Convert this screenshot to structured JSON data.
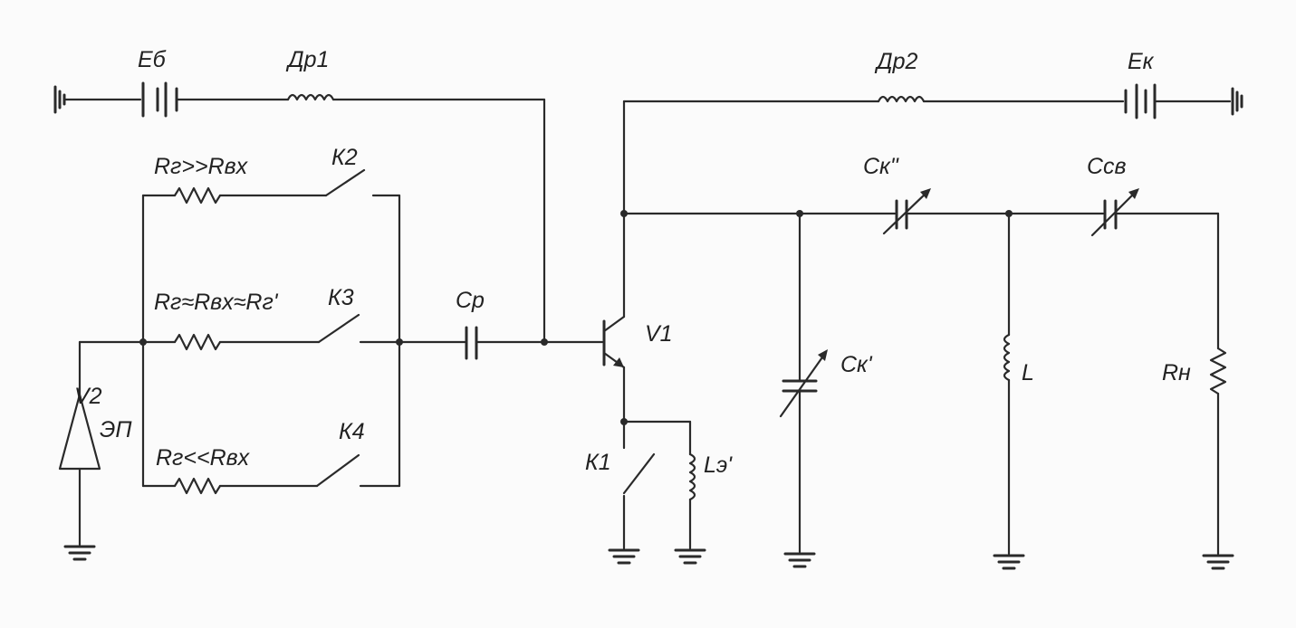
{
  "diagram": {
    "labels": {
      "eb": "Еб",
      "dr1": "Др1",
      "dr2": "Др2",
      "ek": "Ек",
      "rg_gg": "Rг>>Rвх",
      "k2": "К2",
      "ck2": "Ск\"",
      "csv": "Ссв",
      "rg_eq": "Rг≈Rвх≈Rг'",
      "k3": "К3",
      "cp": "Ср",
      "v1": "V1",
      "ck1": "Ск'",
      "l": "L",
      "rn": "Rн",
      "v2": "V2",
      "ep": "ЭП",
      "k4": "К4",
      "rg_ll": "Rг<<Rвх",
      "k1": "К1",
      "le": "Lэ'"
    },
    "colors": {
      "ink": "#2a2a2a",
      "paper": "#fbfbfb"
    }
  }
}
